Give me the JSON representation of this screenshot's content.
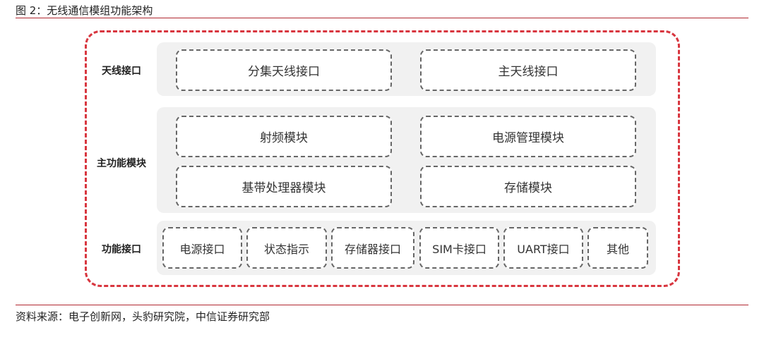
{
  "figure_title": "图 2：无线通信模组功能架构",
  "source": "资料来源：电子创新网，头豹研究院，中信证券研究部",
  "rows": [
    {
      "label": "天线接口",
      "modules": [
        "分集天线接口",
        "主天线接口"
      ]
    },
    {
      "label": "主功能模块",
      "modules": [
        "射频模块",
        "电源管理模块",
        "基带处理器模块",
        "存储模块"
      ]
    },
    {
      "label": "功能接口",
      "modules": [
        "电源接口",
        "状态指示",
        "存储器接口",
        "SIM卡接口",
        "UART接口",
        "其他"
      ]
    }
  ],
  "colors": {
    "frame": "#d8363f",
    "rule": "#b0262f",
    "band": "#f1f1f1",
    "box_border": "#666666"
  }
}
